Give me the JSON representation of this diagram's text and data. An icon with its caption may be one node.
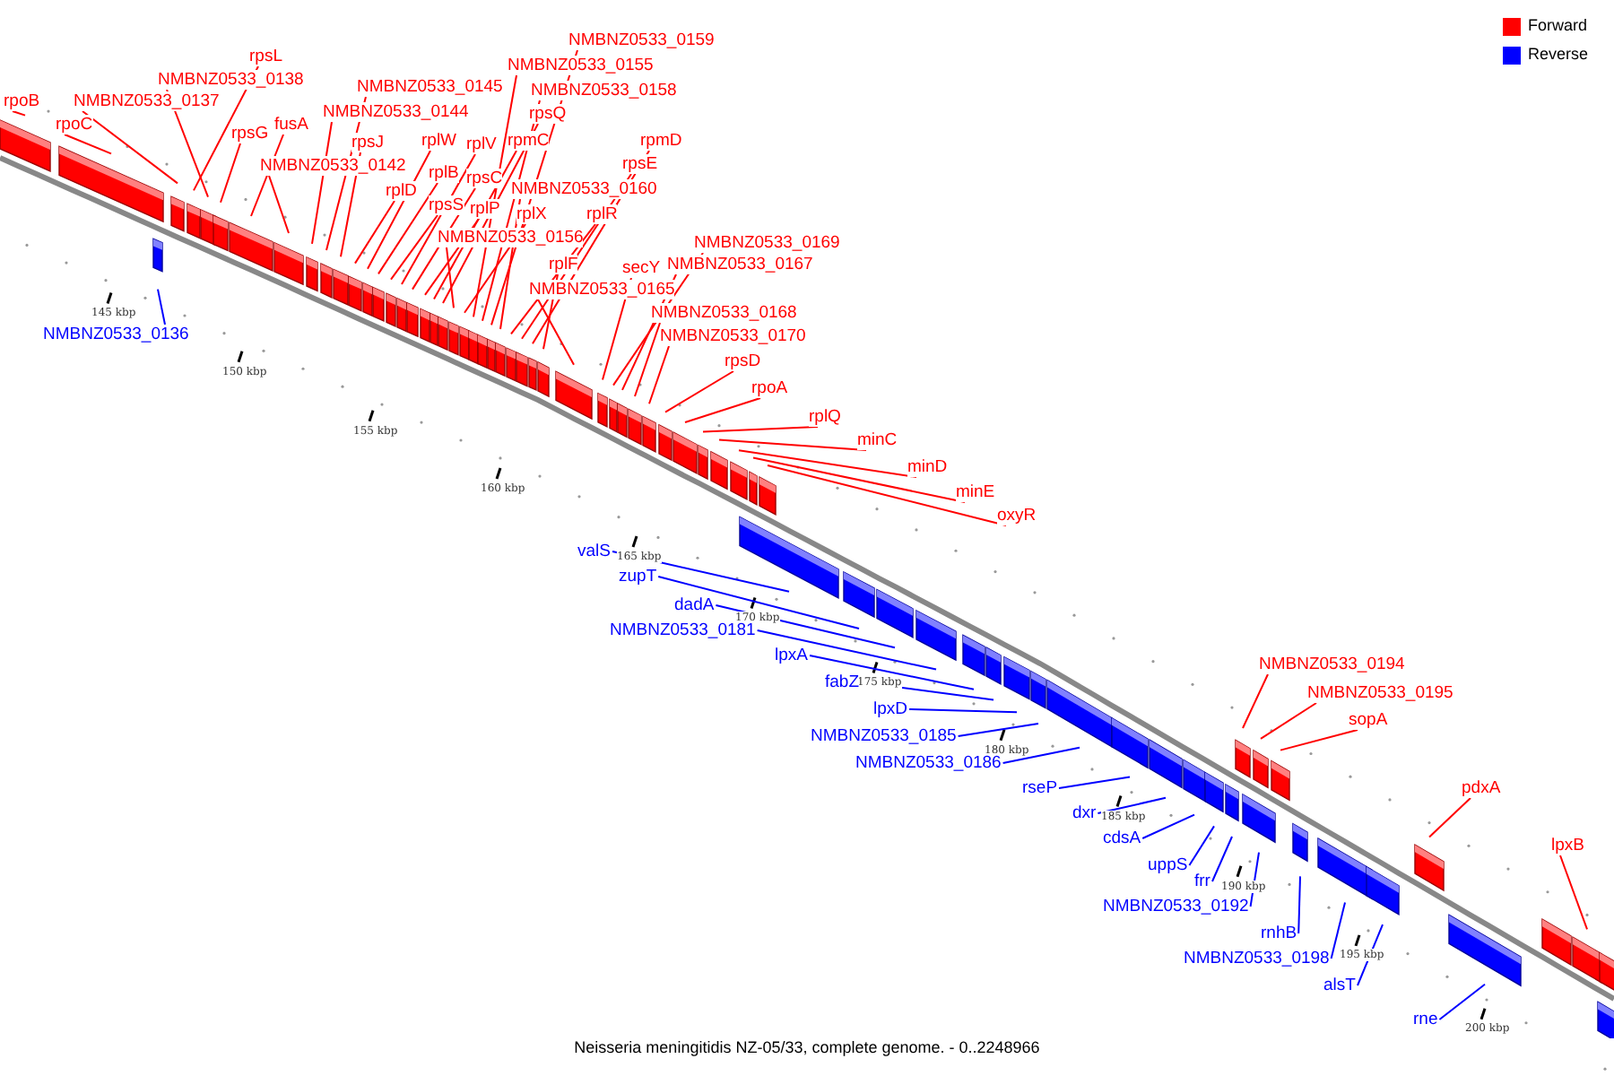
{
  "diagram": {
    "caption": "Neisseria meningitidis NZ-05/33, complete genome. - 0..2248966",
    "nodes": [
      {
        "text": [
          "rpoB"
        ]
      },
      {
        "text": [
          "rpoC"
        ]
      },
      {
        "text": [
          "NMBNZ0533_0137"
        ]
      },
      {
        "text": [
          "rpsL"
        ]
      },
      {
        "text": [
          "NMBNZ0533_0138"
        ]
      },
      {
        "text": [
          "rpsG"
        ]
      },
      {
        "text": [
          "fusA"
        ]
      },
      {
        "text": [
          "NMBNZ0533_0142"
        ]
      },
      {
        "text": [
          "NMBNZ0533_0144"
        ]
      },
      {
        "text": [
          "NMBNZ0533_0145"
        ]
      },
      {
        "text": [
          "rpsJ"
        ]
      },
      {
        "text": [
          "rplD"
        ]
      },
      {
        "text": [
          "rplW"
        ]
      },
      {
        "text": [
          "rplB"
        ]
      },
      {
        "text": [
          "rpsS"
        ]
      },
      {
        "text": [
          "rplV"
        ]
      },
      {
        "text": [
          "rpsC"
        ]
      },
      {
        "text": [
          "rplP"
        ]
      },
      {
        "text": [
          "rpmC"
        ]
      },
      {
        "text": [
          "rpsQ"
        ]
      },
      {
        "text": [
          "NMBNZ0533_0156"
        ]
      },
      {
        "text": [
          "rplX"
        ]
      },
      {
        "text": [
          "NMBNZ0533_0155"
        ]
      },
      {
        "text": [
          "NMBNZ0533_0158"
        ]
      },
      {
        "text": [
          "NMBNZ0533_0159"
        ]
      },
      {
        "text": [
          "NMBNZ0533_0160"
        ]
      },
      {
        "text": [
          "rplR"
        ]
      },
      {
        "text": [
          "rpsE"
        ]
      },
      {
        "text": [
          "rpmD"
        ]
      },
      {
        "text": [
          "rplF"
        ]
      },
      {
        "text": [
          "NMBNZ0533_0165"
        ]
      },
      {
        "text": [
          "secY"
        ]
      },
      {
        "text": [
          "NMBNZ0533_0169"
        ]
      },
      {
        "text": [
          "NMBNZ0533_0167"
        ]
      },
      {
        "text": [
          "NMBNZ0533_0168"
        ]
      },
      {
        "text": [
          "NMBNZ0533_0170"
        ]
      },
      {
        "text": [
          "rpsD"
        ]
      },
      {
        "text": [
          "rpoA"
        ]
      },
      {
        "text": [
          "rplQ"
        ]
      },
      {
        "text": [
          "minC"
        ]
      },
      {
        "text": [
          "minD"
        ]
      },
      {
        "text": [
          "minE"
        ]
      },
      {
        "text": [
          "oxyR"
        ]
      },
      {
        "text": [
          "NMBNZ0533_0194"
        ]
      },
      {
        "text": [
          "NMBNZ0533_0195"
        ]
      },
      {
        "text": [
          "sopA"
        ]
      },
      {
        "text": [
          "pdxA"
        ]
      },
      {
        "text": [
          "lpxB"
        ]
      },
      {
        "text": [
          "NMBNZ0533_0136"
        ]
      },
      {
        "text": [
          "valS"
        ]
      },
      {
        "text": [
          "zupT"
        ]
      },
      {
        "text": [
          "dadA"
        ]
      },
      {
        "text": [
          "NMBNZ0533_0181"
        ]
      },
      {
        "text": [
          "lpxA"
        ]
      },
      {
        "text": [
          "fabZ"
        ]
      },
      {
        "text": [
          "lpxD"
        ]
      },
      {
        "text": [
          "NMBNZ0533_0185"
        ]
      },
      {
        "text": [
          "NMBNZ0533_0186"
        ]
      },
      {
        "text": [
          "rseP"
        ]
      },
      {
        "text": [
          "dxr"
        ]
      },
      {
        "text": [
          "cdsA"
        ]
      },
      {
        "text": [
          "uppS"
        ]
      },
      {
        "text": [
          "frr"
        ]
      },
      {
        "text": [
          "NMBNZ0533_0192"
        ]
      },
      {
        "text": [
          "rnhB"
        ]
      },
      {
        "text": [
          "NMBNZ0533_0198"
        ]
      },
      {
        "text": [
          "alsT"
        ]
      },
      {
        "text": [
          "rne"
        ]
      }
    ],
    "edges": [
      {
        "from": 0,
        "to": null,
        "arrow": "none"
      },
      {
        "from": 1,
        "to": null,
        "arrow": "none"
      },
      {
        "from": 2,
        "to": null,
        "arrow": "none"
      },
      {
        "from": 3,
        "to": null,
        "arrow": "none"
      },
      {
        "from": 4,
        "to": null,
        "arrow": "none"
      },
      {
        "from": 5,
        "to": null,
        "arrow": "none"
      },
      {
        "from": 6,
        "to": null,
        "arrow": "none"
      },
      {
        "from": 7,
        "to": null,
        "arrow": "none"
      },
      {
        "from": 8,
        "to": null,
        "arrow": "none"
      },
      {
        "from": 9,
        "to": null,
        "arrow": "none"
      },
      {
        "from": 10,
        "to": null,
        "arrow": "none"
      },
      {
        "from": 11,
        "to": null,
        "arrow": "none"
      },
      {
        "from": 12,
        "to": null,
        "arrow": "none"
      },
      {
        "from": 13,
        "to": null,
        "arrow": "none"
      },
      {
        "from": 14,
        "to": null,
        "arrow": "none"
      },
      {
        "from": 15,
        "to": null,
        "arrow": "none"
      },
      {
        "from": 16,
        "to": null,
        "arrow": "none"
      },
      {
        "from": 17,
        "to": null,
        "arrow": "none"
      },
      {
        "from": 18,
        "to": null,
        "arrow": "none"
      },
      {
        "from": 19,
        "to": null,
        "arrow": "none"
      },
      {
        "from": 20,
        "to": null,
        "arrow": "none"
      },
      {
        "from": 21,
        "to": null,
        "arrow": "none"
      },
      {
        "from": 22,
        "to": null,
        "arrow": "none"
      },
      {
        "from": 23,
        "to": null,
        "arrow": "none"
      },
      {
        "from": 24,
        "to": null,
        "arrow": "none"
      },
      {
        "from": 25,
        "to": null,
        "arrow": "none"
      },
      {
        "from": 26,
        "to": null,
        "arrow": "none"
      },
      {
        "from": 27,
        "to": null,
        "arrow": "none"
      },
      {
        "from": 28,
        "to": null,
        "arrow": "none"
      },
      {
        "from": 29,
        "to": null,
        "arrow": "none"
      },
      {
        "from": 30,
        "to": null,
        "arrow": "none"
      },
      {
        "from": 31,
        "to": null,
        "arrow": "none"
      },
      {
        "from": 32,
        "to": null,
        "arrow": "none"
      },
      {
        "from": 33,
        "to": null,
        "arrow": "none"
      },
      {
        "from": 34,
        "to": null,
        "arrow": "none"
      },
      {
        "from": 35,
        "to": null,
        "arrow": "none"
      },
      {
        "from": 36,
        "to": null,
        "arrow": "none"
      },
      {
        "from": 37,
        "to": null,
        "arrow": "none"
      },
      {
        "from": 38,
        "to": null,
        "arrow": "none"
      },
      {
        "from": 39,
        "to": null,
        "arrow": "none"
      },
      {
        "from": 40,
        "to": null,
        "arrow": "none"
      },
      {
        "from": 41,
        "to": null,
        "arrow": "none"
      },
      {
        "from": 42,
        "to": null,
        "arrow": "none"
      },
      {
        "from": 43,
        "to": null,
        "arrow": "none"
      },
      {
        "from": 44,
        "to": null,
        "arrow": "none"
      },
      {
        "from": 45,
        "to": null,
        "arrow": "none"
      },
      {
        "from": 46,
        "to": null,
        "arrow": "none"
      },
      {
        "from": 47,
        "to": null,
        "arrow": "none"
      },
      {
        "from": 48,
        "to": null,
        "arrow": "none",
        "color": "#0000ff"
      },
      {
        "from": 49,
        "to": null,
        "arrow": "none",
        "color": "#0000ff"
      },
      {
        "from": 50,
        "to": null,
        "arrow": "none",
        "color": "#0000ff"
      },
      {
        "from": 51,
        "to": null,
        "arrow": "none",
        "color": "#0000ff"
      },
      {
        "from": 52,
        "to": null,
        "arrow": "none",
        "color": "#0000ff"
      },
      {
        "from": 53,
        "to": null,
        "arrow": "none",
        "color": "#0000ff"
      },
      {
        "from": 54,
        "to": null,
        "arrow": "none",
        "color": "#0000ff"
      },
      {
        "from": 55,
        "to": null,
        "arrow": "none",
        "color": "#0000ff"
      },
      {
        "from": 56,
        "to": null,
        "arrow": "none",
        "color": "#0000ff"
      },
      {
        "from": 57,
        "to": null,
        "arrow": "none",
        "color": "#0000ff"
      },
      {
        "from": 58,
        "to": null,
        "arrow": "none",
        "color": "#0000ff"
      },
      {
        "from": 59,
        "to": null,
        "arrow": "none",
        "color": "#0000ff"
      },
      {
        "from": 60,
        "to": null,
        "arrow": "none",
        "color": "#0000ff"
      },
      {
        "from": 61,
        "to": null,
        "arrow": "none",
        "color": "#0000ff"
      },
      {
        "from": 62,
        "to": null,
        "arrow": "none",
        "color": "#0000ff"
      },
      {
        "from": 63,
        "to": null,
        "arrow": "none",
        "color": "#0000ff"
      },
      {
        "from": 64,
        "to": null,
        "arrow": "none",
        "color": "#0000ff"
      },
      {
        "from": 65,
        "to": null,
        "arrow": "none",
        "color": "#0000ff"
      },
      {
        "from": 66,
        "to": null,
        "arrow": "none",
        "color": "#0000ff"
      },
      {
        "from": 67,
        "to": null,
        "arrow": "none",
        "color": "#0000ff"
      }
    ],
    "labels": [
      "145 kbp",
      "150 kbp",
      "155 kbp",
      "160 kbp",
      "165 kbp",
      "170 kbp",
      "175 kbp",
      "180 kbp",
      "185 kbp",
      "190 kbp",
      "195 kbp",
      "200 kbp"
    ],
    "legend": [
      {
        "text": "Forward",
        "color": "#ff0000"
      },
      {
        "text": "Reverse",
        "color": "#0000ff"
      }
    ]
  }
}
